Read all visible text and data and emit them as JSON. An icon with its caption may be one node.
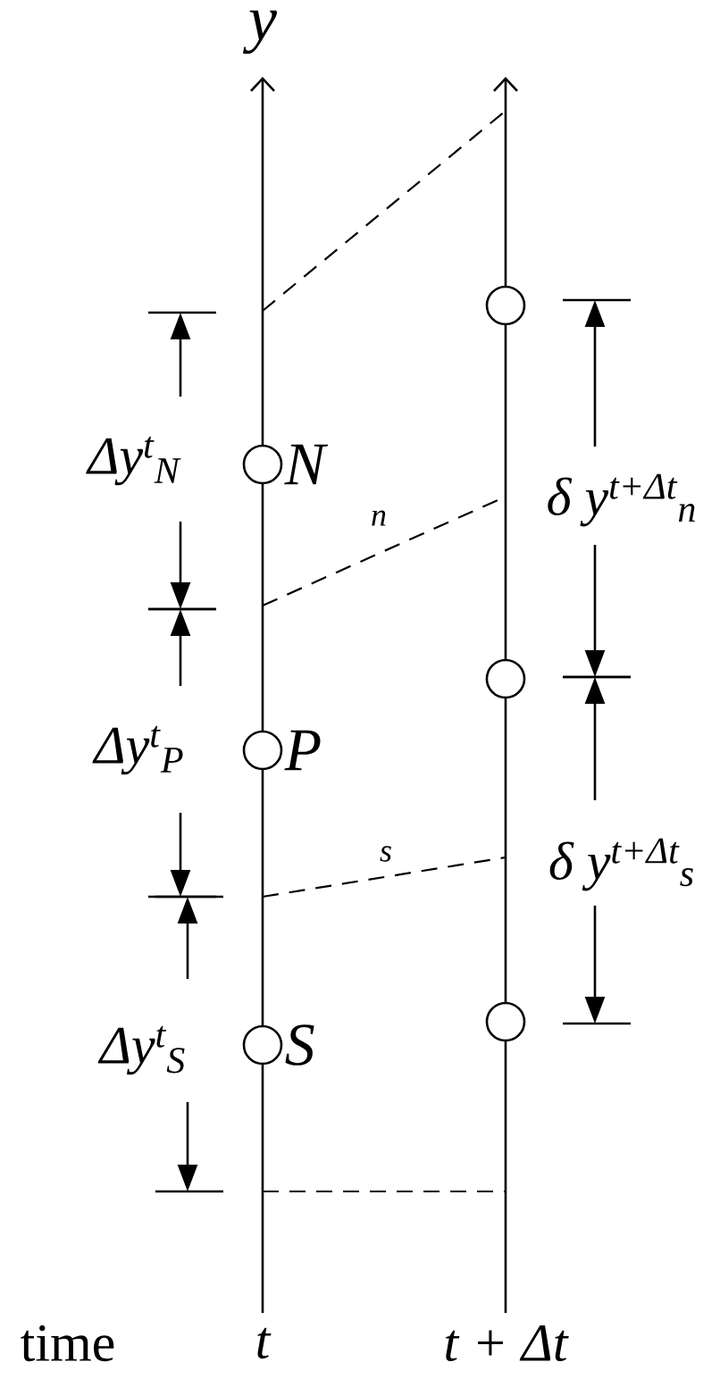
{
  "diagram": {
    "nodes": [
      {
        "text": [],
        "shape": "circle",
        "beside": [
          "N"
        ]
      },
      {
        "text": [],
        "shape": "circle",
        "beside": [
          "P"
        ]
      },
      {
        "text": [],
        "shape": "circle",
        "beside": [
          "S"
        ]
      },
      {
        "text": [],
        "shape": "circle"
      },
      {
        "text": [],
        "shape": "circle"
      },
      {
        "text": [],
        "shape": "circle"
      }
    ],
    "labels": [
      "y",
      "Δy$^{t}$$_{N}$",
      "n",
      "δ y$^{t+Δt}$$_{n}$",
      "Δy$^{t}$$_{P}$",
      "s",
      "δ y$^{t+Δt}$$_{s}$",
      "Δy$^{t}$$_{S}$",
      "time",
      "t",
      "t + Δt"
    ]
  }
}
